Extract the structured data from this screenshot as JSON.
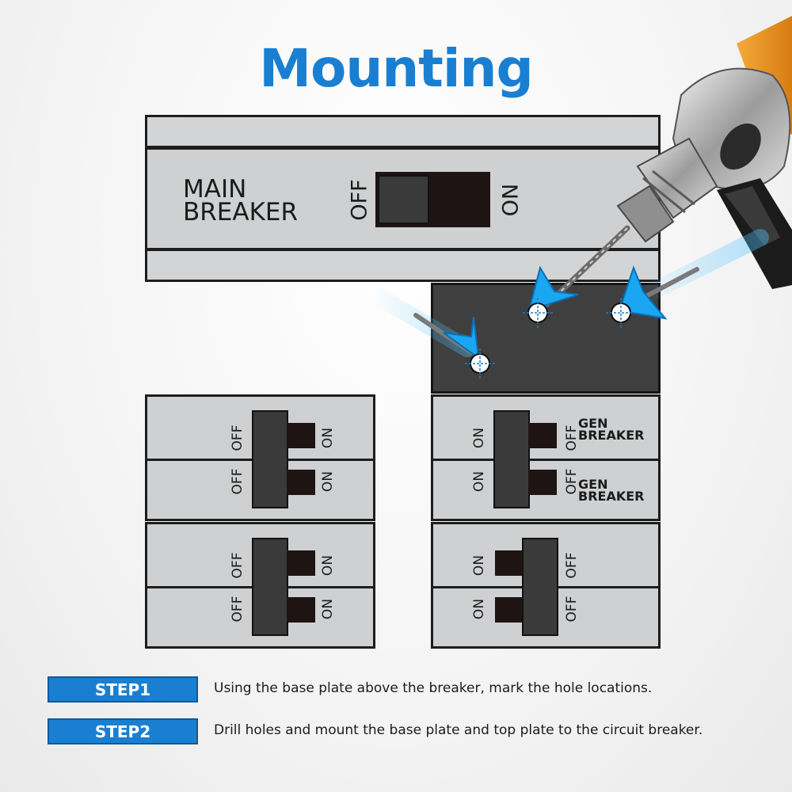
{
  "title": "Mounting",
  "main_breaker": {
    "label_line1": "MAIN",
    "label_line2": "BREAKER",
    "off": "OFF",
    "on": "ON"
  },
  "left_breakers": [
    {
      "off": "OFF",
      "on": "ON"
    },
    {
      "off": "OFF",
      "on": "ON"
    },
    {
      "off": "OFF",
      "on": "ON"
    },
    {
      "off": "OFF",
      "on": "ON"
    }
  ],
  "right_breakers": [
    {
      "on": "ON",
      "off": "OFF",
      "label_line1": "GEN",
      "label_line2": "BREAKER"
    },
    {
      "on": "ON",
      "off": "OFF",
      "label_line1": "GEN",
      "label_line2": "BREAKER"
    },
    {
      "on": "ON",
      "off": "OFF"
    },
    {
      "on": "ON",
      "off": "OFF"
    }
  ],
  "steps": [
    {
      "label": "STEP1",
      "text": "Using the base plate above the breaker, mark the hole locations."
    },
    {
      "label": "STEP2",
      "text": "Drill holes and mount the base plate and top plate to the circuit breaker."
    }
  ],
  "colors": {
    "accent": "#1a7fd1",
    "panel": "#cfd0d1",
    "plate": "#3f3f40",
    "drill_body": "#e8921e"
  },
  "icons": [
    "drill-icon",
    "drill-bit-icon",
    "arrow-icon",
    "hole-marker-icon"
  ]
}
